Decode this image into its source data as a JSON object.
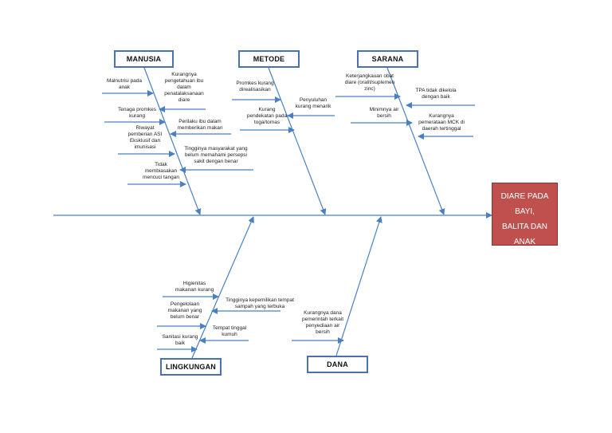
{
  "effect": {
    "label": "DIARE PADA\nBAYI,\nBALITA DAN\nANAK"
  },
  "categories": {
    "manusia": "MANUSIA",
    "metode": "METODE",
    "sarana": "SARANA",
    "lingkungan": "LINGKUNGAN",
    "dana": "DANA"
  },
  "causes": {
    "manusia": [
      "Malnutrisi pada\nanak",
      "Kurangnya\npengetahuan ibu\ndalam\npenatalaksanaan\ndiare",
      "Tenaga promkes\nkurang",
      "Perilaku ibu dalam\nmemberikan makan",
      "Riwayat\npemberian ASI\nEksklusif dan\nimunisasi",
      "Tingginya masyarakat yang\nbelum memahami persepsi\nsakit dengan benar",
      "Tidak\nmembiasakan\nmencuci tangan"
    ],
    "metode": [
      "Promkes kurang\ndirealisasikan",
      "Penyuluhan\nkurang menarik",
      "Kurang\npendekatan pada\ntoga/tomas"
    ],
    "sarana": [
      "Keterjangkauan obat\ndiare (oralit/suplemen\nzinc)",
      "TPA tidak dikelola\ndengan baik",
      "Minimnya air\nbersih",
      "Kurangnya\npemerataan MCK di\ndaerah tertinggal"
    ],
    "lingkungan": [
      "Higienitas\nmakanan kurang",
      "Tingginya kepemilikan tempat\nsampah yang terbuka",
      "Pengelolaan\nmakanan yang\nbelum benar",
      "Tempat tinggal\nkumuh",
      "Sanitasi kurang\nbaik"
    ],
    "dana": [
      "Kurangnya dana\npemerintah terkait\npenyediaan air\nbersih"
    ]
  },
  "colors": {
    "line": "#4a7fc1",
    "box_border": "#4a72b0",
    "effect_fill": "#c0504d",
    "text": "#222222"
  }
}
